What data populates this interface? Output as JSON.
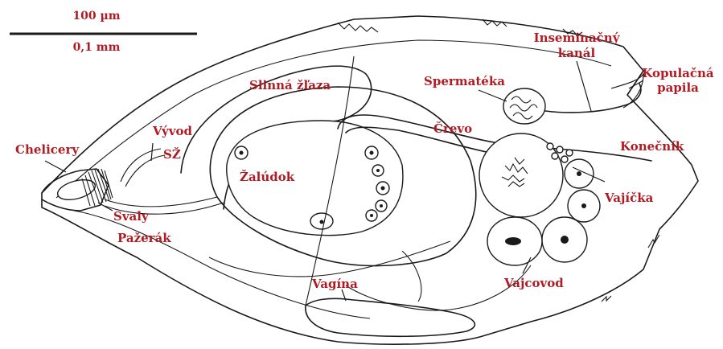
{
  "scale_bar": {
    "top": "100 µm",
    "bottom": "0,1 mm"
  },
  "labels": {
    "chelicery": "Chelicery",
    "vyvod_1": "Vývod",
    "vyvod_2": "SŽ",
    "slinna_zlaza": "Slinná žľaza",
    "zaludok": "Žalúdok",
    "svaly": "Svaly",
    "pazerak": "Pažerák",
    "vagina": "Vagína",
    "spermateka": "Spermatéka",
    "inseminacny_1": "Inseminačný",
    "inseminacny_2": "kanál",
    "kopulacna_1": "Kopulačná",
    "kopulacna_2": "papila",
    "crevo": "Črevo",
    "konecnik": "Konečník",
    "vajicka": "Vajíčka",
    "vajcovod": "Vajcovod"
  },
  "colors": {
    "label": "#b01c24",
    "outline": "#1a1a1a",
    "background": "#ffffff"
  }
}
